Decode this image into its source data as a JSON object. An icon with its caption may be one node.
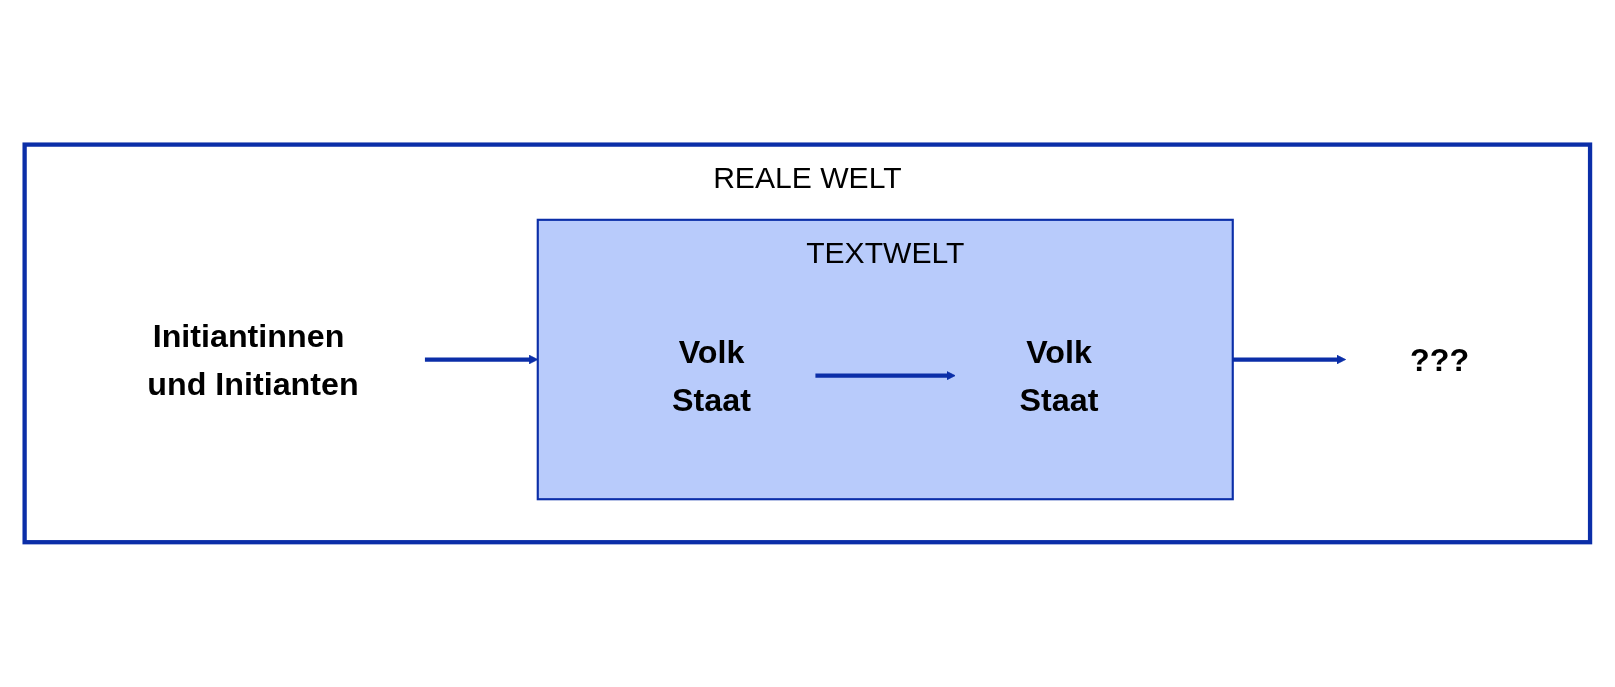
{
  "diagram": {
    "nodes": [
      {
        "text": [
          "REALE WELT"
        ]
      },
      {
        "text": [
          "Initiantinnen und Initianten"
        ],
        "in": 0
      },
      {
        "text": [
          "TEXTWELT"
        ],
        "in": 0
      },
      {
        "text": [
          "Volk",
          "Staat"
        ],
        "in": 2
      },
      {
        "text": [
          "Volk",
          "Staat"
        ],
        "in": 2
      },
      {
        "text": [
          "???"
        ],
        "in": 0
      }
    ],
    "edges": [
      {
        "from": 1,
        "to": 2,
        "arrow": "to"
      },
      {
        "from": 3,
        "to": 4,
        "arrow": "to"
      },
      {
        "from": 2,
        "to": 5,
        "arrow": "to"
      }
    ]
  }
}
